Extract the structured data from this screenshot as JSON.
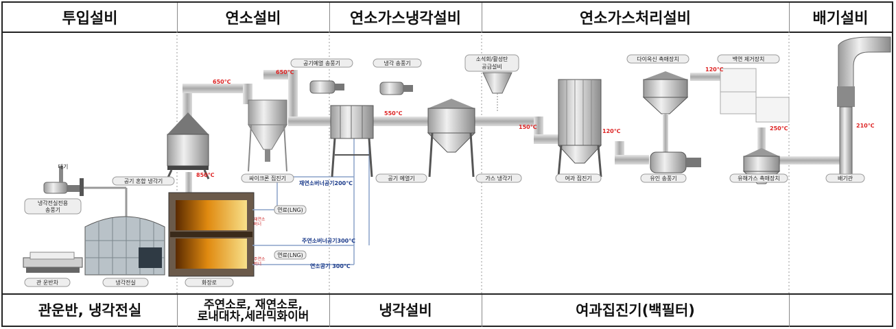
{
  "header": {
    "sections": [
      "투입설비",
      "연소설비",
      "연소가스냉각설비",
      "연소가스처리설비",
      "배기설비"
    ]
  },
  "footer": {
    "cells": [
      "관운반, 냉각전실",
      "주연소로, 재연소로,\n로내대차,세라믹화이버",
      "냉각설비",
      "여과집진기(백필터)",
      ""
    ]
  },
  "labels": {
    "air": "대기",
    "cool_blower": "냉각전실전용\n송풍기",
    "coffin_carrier": "관 운반차",
    "cool_room": "냉각전실",
    "furnace": "화장로",
    "air_mix_cooler": "공기 혼합 냉각기",
    "cyclone": "싸이크론 집진기",
    "preheat_blower": "공기예열 송풍기",
    "cool_fan": "냉각 송풍기",
    "air_preheater": "공기 예열기",
    "lime_supply": "소석회/활성탄\n공급설비",
    "gas_cooler": "가스 냉각기",
    "bag_filter": "여과 집진기",
    "dioxin": "다이옥신 촉매장치",
    "white_smoke": "백연 제거장치",
    "id_fan": "유인 송풍기",
    "harmful_gas": "유해가스 촉매장치",
    "exhaust": "배기관",
    "fuel1": "연료(LNG)",
    "fuel2": "연료(LNG)",
    "reburn_air": "재연소버너공기200℃",
    "main_air": "주연소버너공기300℃",
    "comb_air": "연소공기 300℃",
    "re_small": "재연소\n버너",
    "main_small": "주연소\n버너"
  },
  "temperatures": {
    "t650a": "650℃",
    "t650b": "650℃",
    "t850": "850℃",
    "t550": "550℃",
    "t150": "150℃",
    "t120a": "120℃",
    "t120b": "120℃",
    "t250": "250℃",
    "t210": "210℃"
  }
}
